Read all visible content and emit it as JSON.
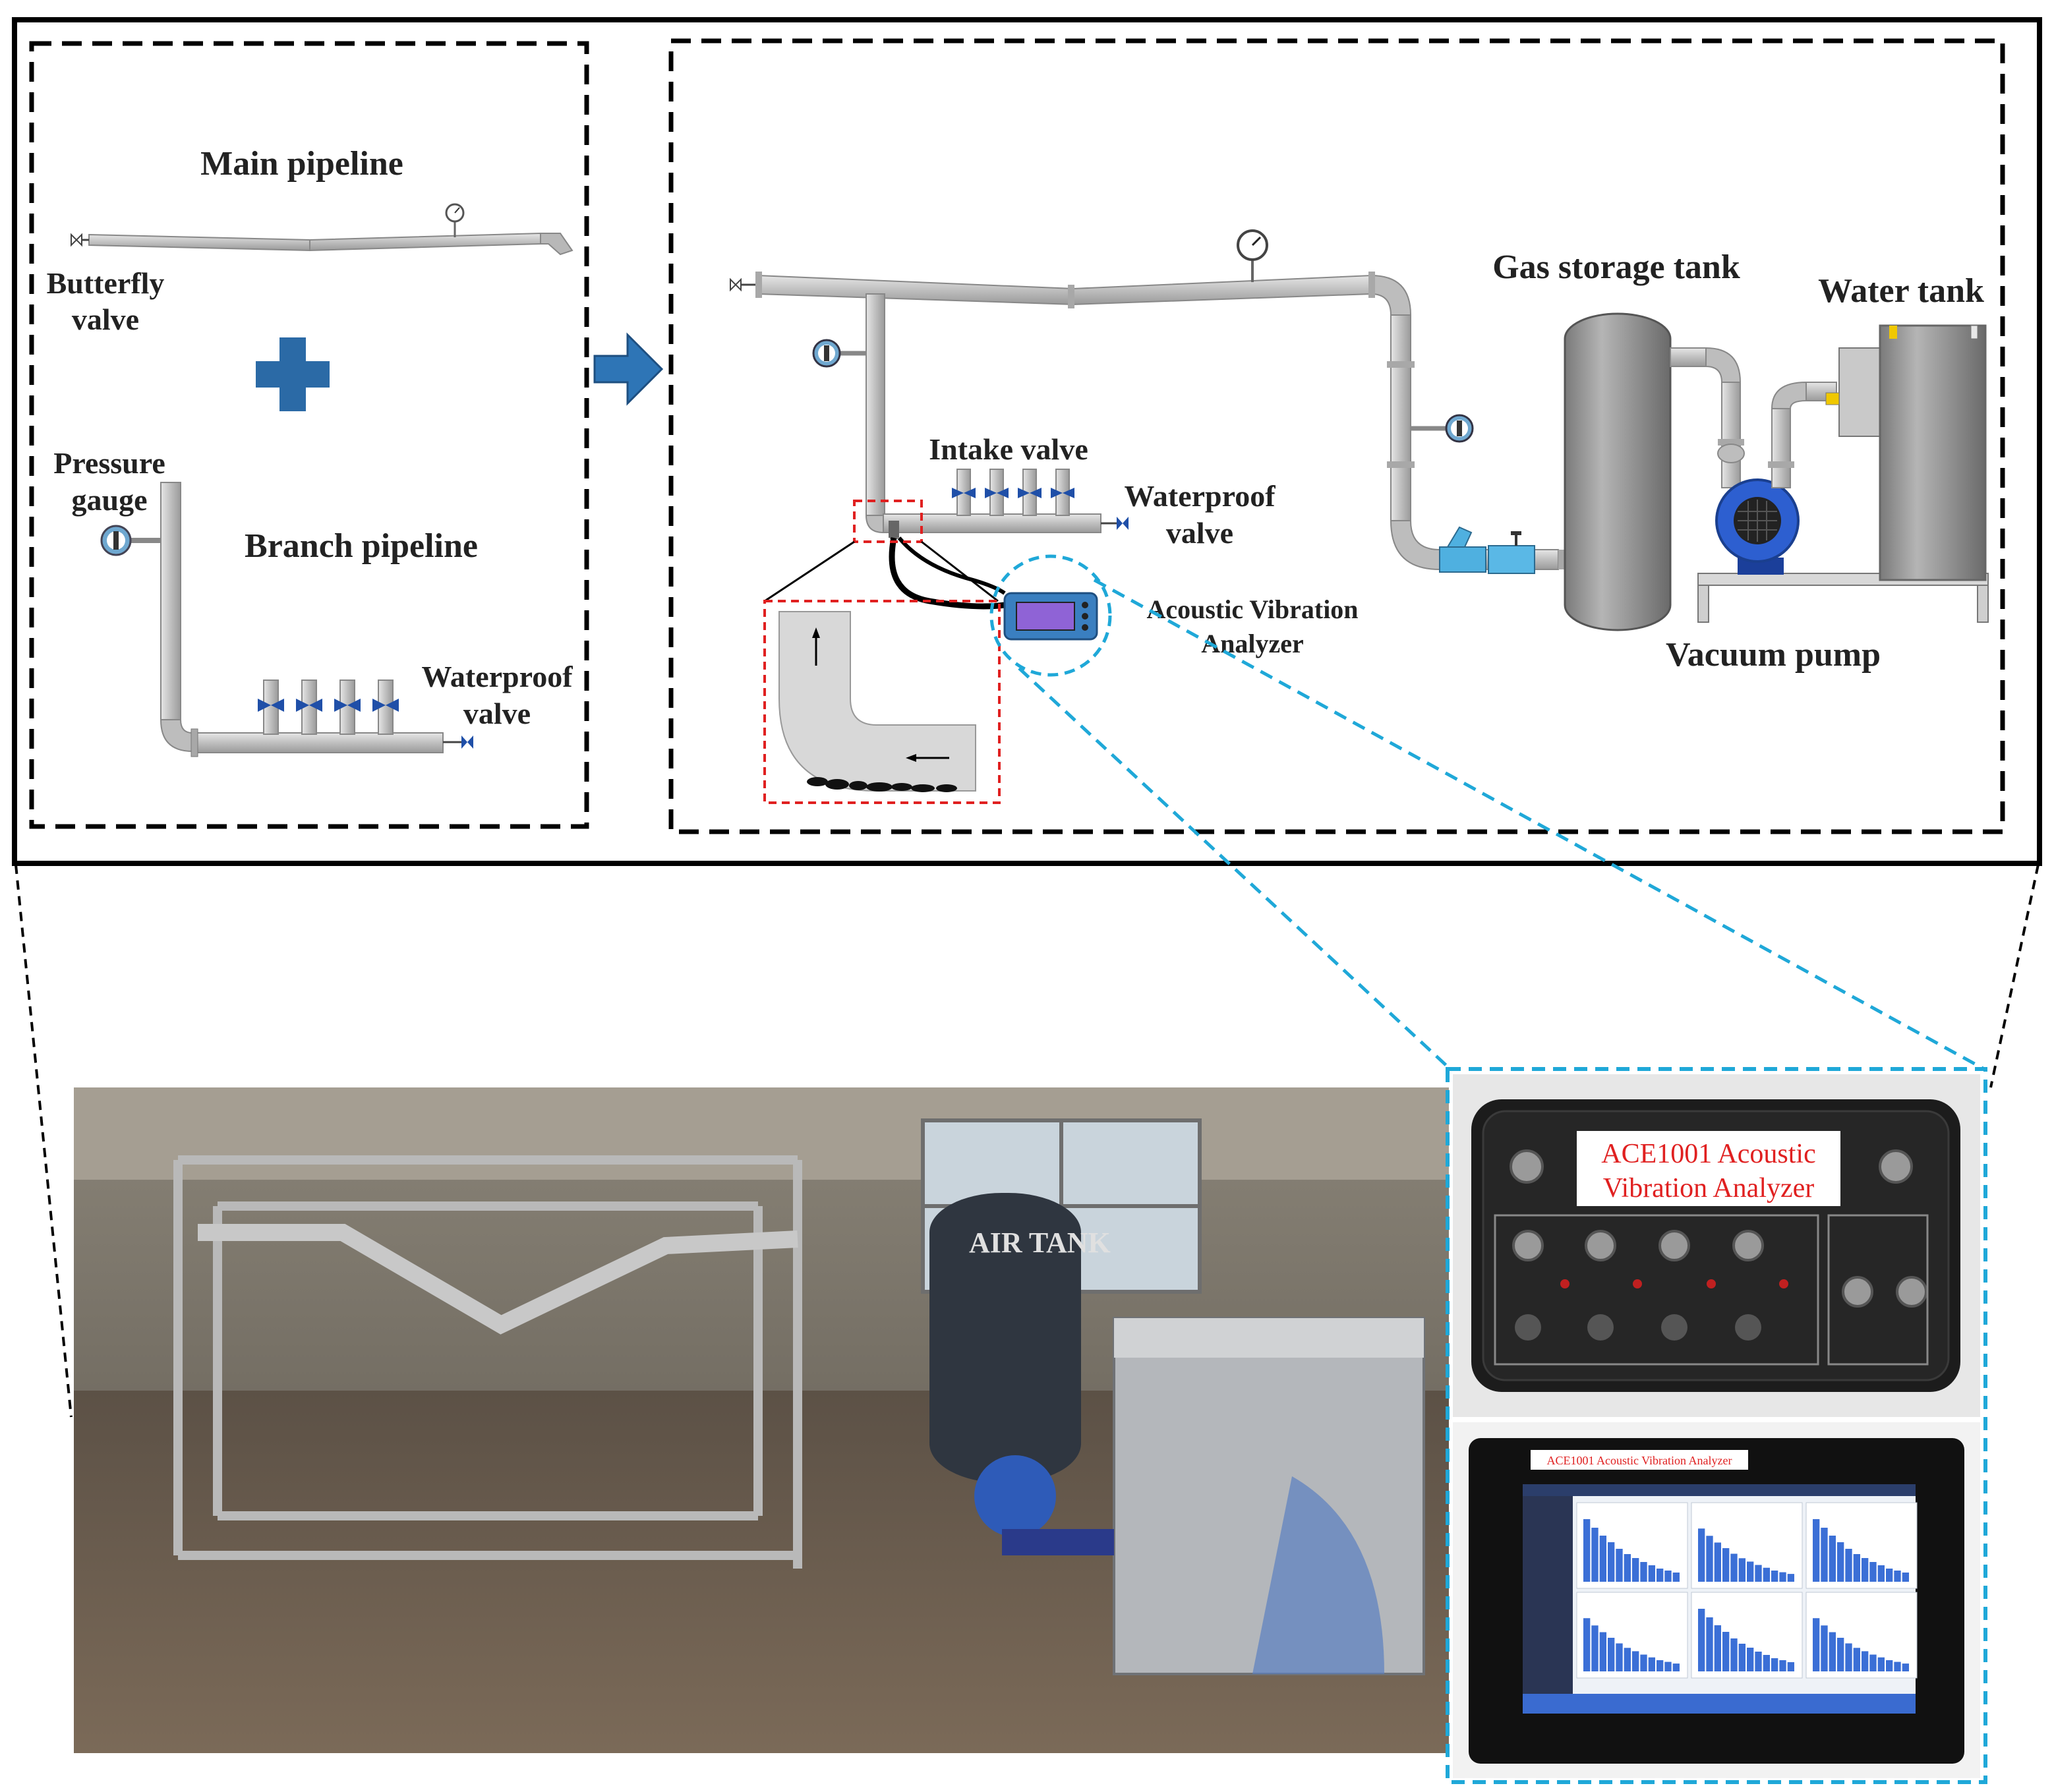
{
  "left_panel": {
    "main_pipeline_title": "Main pipeline",
    "butterfly_valve_line1": "Butterfly",
    "butterfly_valve_line2": "valve",
    "pressure_gauge_line1": "Pressure",
    "pressure_gauge_line2": "gauge",
    "branch_pipeline_title": "Branch pipeline",
    "waterproof_valve_line1": "Waterproof",
    "waterproof_valve_line2": "valve"
  },
  "right_panel": {
    "gas_storage_tank": "Gas storage tank",
    "water_tank": "Water tank",
    "intake_valve": "Intake valve",
    "waterproof_valve_line1": "Waterproof",
    "waterproof_valve_line2": "valve",
    "analyzer_line1": "Acoustic Vibration",
    "analyzer_line2": "Analyzer",
    "vacuum_pump": "Vacuum pump"
  },
  "device_panel": {
    "label_line1": "ACE1001 Acoustic",
    "label_line2": "Vibration Analyzer",
    "tablet_label": "ACE1001 Acoustic Vibration Analyzer",
    "tablet_chart_values": [
      0.95,
      0.82,
      0.7,
      0.6,
      0.5,
      0.42,
      0.36,
      0.3,
      0.25,
      0.2,
      0.17,
      0.14
    ]
  },
  "colors": {
    "pipe": "#c9c9c9",
    "valve_blue": "#1f4fa8",
    "arrow_blue": "#2e75b6",
    "highlight_red": "#e02020",
    "highlight_cyan": "#1fa8d8",
    "label_red": "#e02020"
  }
}
